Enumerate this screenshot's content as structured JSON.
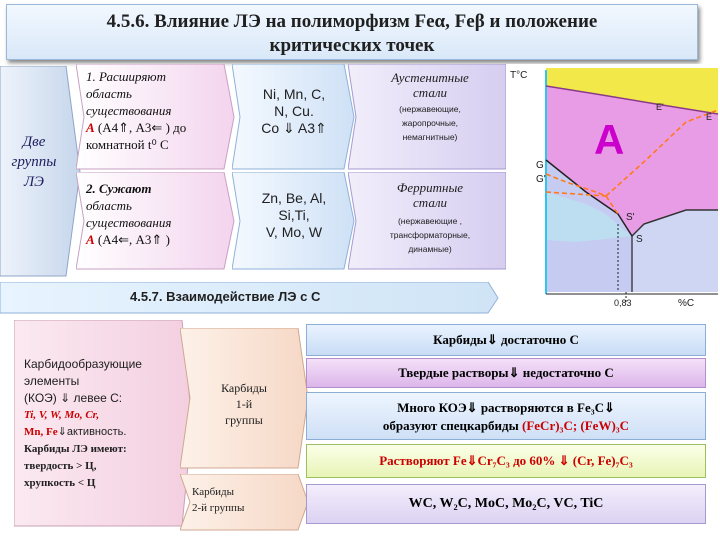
{
  "title": {
    "line1": "4.5.6. Влияние ЛЭ на полиморфизм Feα, Feβ и положение",
    "line2": "критических точек"
  },
  "groups_label": [
    "Две",
    "группы",
    "ЛЭ"
  ],
  "group1": {
    "line1": "1.    Расширяют",
    "line2": "область",
    "line3": "существования",
    "line4_a": "А",
    "line4_rest": " (А4⇑, А3⇐ ) до",
    "line5": "комнатной t⁰ С"
  },
  "group2": {
    "line1": "2. Сужают",
    "line2": "область",
    "line3": "существования",
    "line4_a": "А",
    "line4_rest": " (А4⇐, А3⇑ )"
  },
  "elements1": {
    "line1": "Ni, Mn, C,",
    "line2": "N, Cu.",
    "line3": "Co ⇓ A3⇑"
  },
  "elements2": {
    "line1": "Zn, Be, Al,",
    "line2": "Si,Ti,",
    "line3": "V, Mo, W"
  },
  "steel1": {
    "title1": "Аустенитные",
    "title2": "стали",
    "desc1": "(нержавеющие,",
    "desc2": "жаропрочные,",
    "desc3": "немагнитные)"
  },
  "steel2": {
    "title1": "Ферритные",
    "title2": "стали",
    "desc1": "(нержавеющие ,",
    "desc2": "трансформаторные,",
    "desc3": "динамные)"
  },
  "diagram": {
    "t_label": "T°C",
    "a_label": "A",
    "e_label": "E",
    "et_label": "E'",
    "g_label": "G",
    "g2_label": "G'",
    "s_label": "S",
    "st_label": "S'",
    "x_value": "0,83",
    "x_unit": "%C"
  },
  "section2": {
    "title": "4.5.7.   Взаимодействие ЛЭ с С"
  },
  "koe": {
    "line1": "Карбидообразующие",
    "line2": "элементы",
    "line3": "(КОЭ) ⇓ левее С:",
    "line4": "Ti, V, W, Mo, Cr,",
    "line5_red": "Mn, Fe",
    "line5_rest": "⇓активность.",
    "line6": "Карбиды ЛЭ имеют:",
    "line7": "твердость > Ц,",
    "line8": "хрупкость < Ц"
  },
  "carbides1": {
    "line1": "Карбиды",
    "line2": "1-й",
    "line3": "группы"
  },
  "carbides2": {
    "line1": "Карбиды",
    "line2": "2-й группы"
  },
  "bars": {
    "b1": "Карбиды⇓ достаточно С",
    "b2": "Твердые растворы⇓ недостаточно С",
    "b3_1": "Много КОЭ⇓ растворяются в Fe₃C⇓",
    "b3_2_a": "образуют спецкарбиды ",
    "b3_2_red": "(FeCr)₃C; (FeW)₃C",
    "b4": "Растворяют Fe⇓Cr₇C₃ до 60% ⇓ (Cr, Fe)₇C₃",
    "b5": "WC, W₂C, MoC, Mo₂C, VC, TiC"
  }
}
